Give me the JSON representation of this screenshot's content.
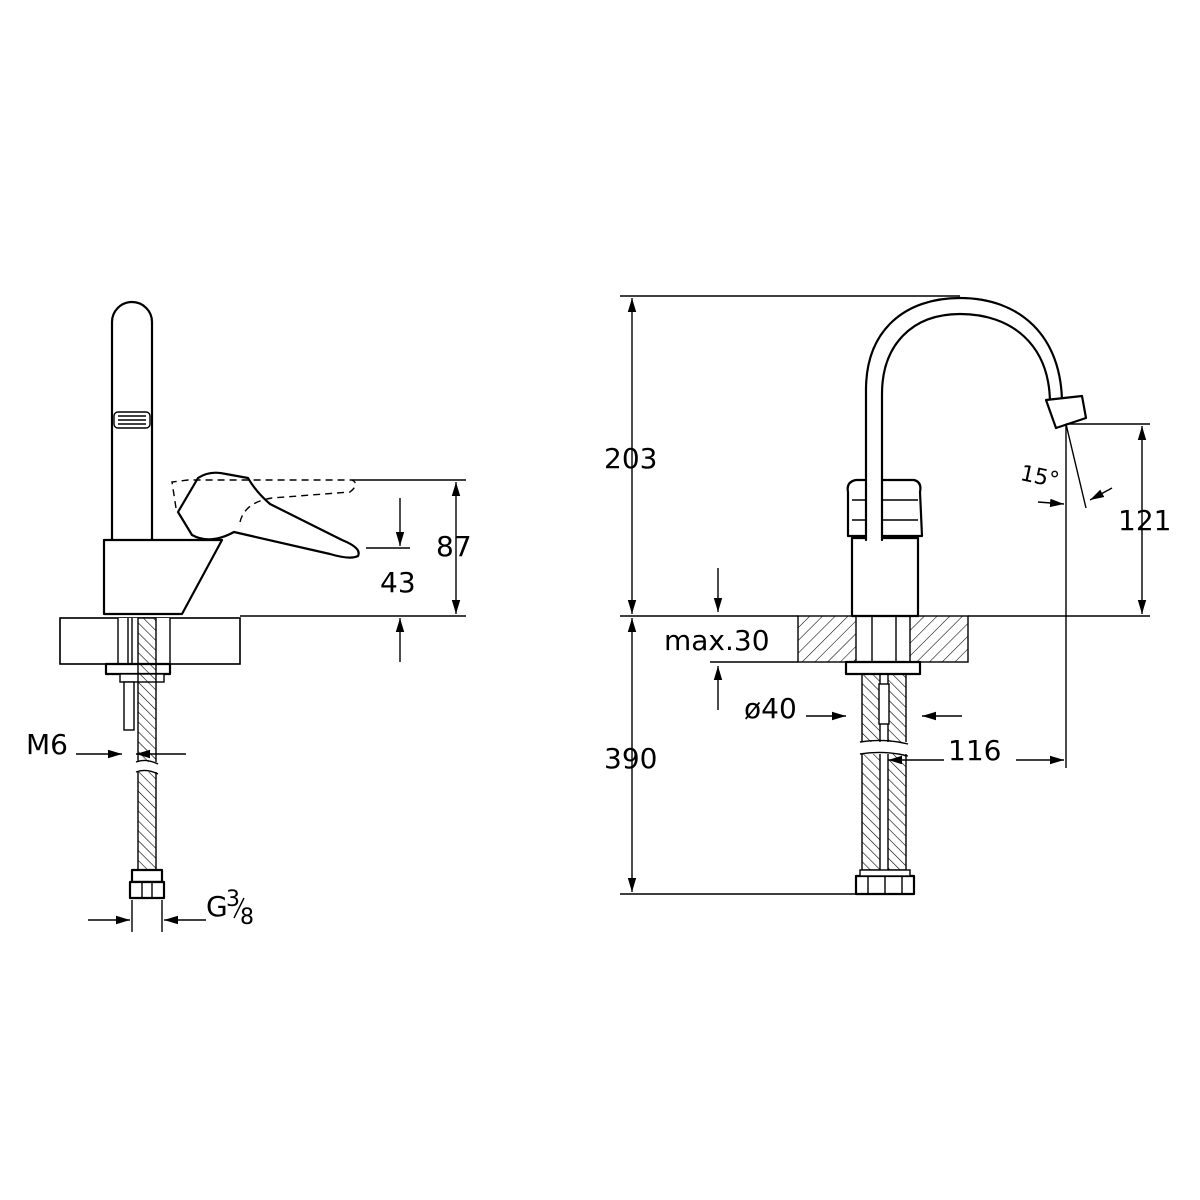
{
  "side_view": {
    "dim_87": "87",
    "dim_43": "43",
    "dim_m6": "M6",
    "dim_g": "G",
    "dim_g_num": "3",
    "dim_g_den": "8"
  },
  "front_view": {
    "dim_203": "203",
    "dim_390": "390",
    "dim_121": "121",
    "dim_116": "116",
    "dim_15": "15°",
    "dim_max30": "max.30",
    "dim_d40": "ø40"
  }
}
